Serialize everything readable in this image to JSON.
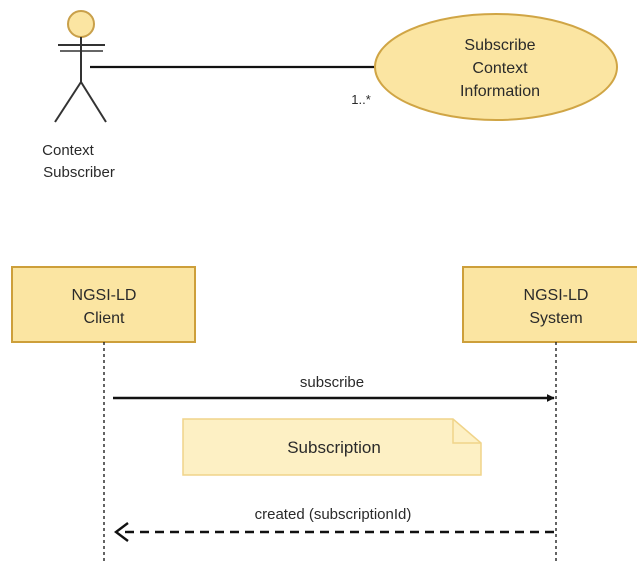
{
  "use_case": {
    "actor": {
      "label_line1": "Context",
      "label_line2": "Subscriber"
    },
    "use_case": {
      "label_line1": "Subscribe",
      "label_line2": "Context",
      "label_line3": "Information"
    },
    "multiplicity": "1..*"
  },
  "sequence": {
    "client": {
      "label_line1": "NGSI-LD",
      "label_line2": "Client"
    },
    "system": {
      "label_line1": "NGSI-LD",
      "label_line2": "System"
    },
    "request_message": "subscribe",
    "note": "Subscription",
    "response_message": "created (subscriptionId)"
  },
  "colors": {
    "box_fill": "#fbe5a2",
    "box_stroke": "#d8a53c",
    "note_fill": "#fdf0c4",
    "note_stroke": "#f0d48a",
    "line": "#111111"
  }
}
